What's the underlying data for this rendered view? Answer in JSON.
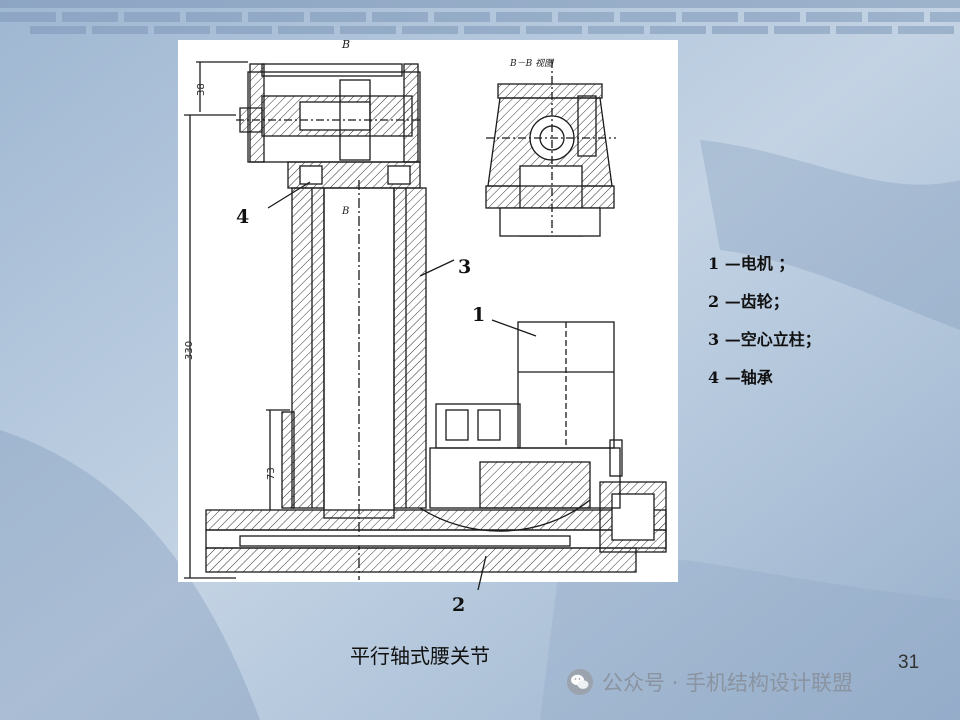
{
  "callouts": {
    "c1": "1",
    "c2": "2",
    "c3": "3",
    "c4": "4"
  },
  "legend": [
    {
      "text": "1 —电机 ；"
    },
    {
      "text": "2 —齿轮；"
    },
    {
      "text": "3 —空心立柱；"
    },
    {
      "text": "4 —轴承"
    }
  ],
  "section_label": "B－B 视图",
  "section_marks": {
    "top": "B",
    "mid": "B"
  },
  "dimensions": {
    "d38": "38",
    "d330": "330",
    "d73": "73"
  },
  "caption": "平行轴式腰关节",
  "page_number": "31",
  "watermark": {
    "text": "公众号 · 手机结构设计联盟",
    "icon": "wechat-icon"
  },
  "colors": {
    "background": "#a9bfd7",
    "drawing_paper": "#ffffff",
    "line": "#1a1a1a"
  }
}
